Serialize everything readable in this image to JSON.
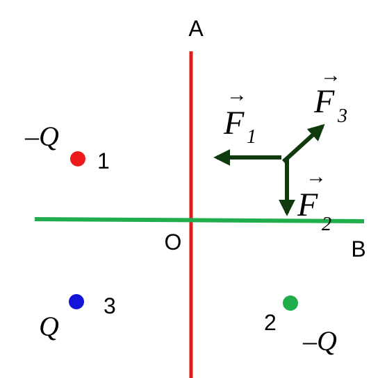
{
  "colors": {
    "axis_vertical": "#e31b1b",
    "axis_horizontal": "#1fae4b",
    "force_arrows": "#0e3a0e",
    "charge_1": "#ee1b1b",
    "charge_2": "#1fae4b",
    "charge_3": "#1414d8",
    "text": "#000000"
  },
  "axes": {
    "vertical_label": "A",
    "horizontal_label": "B",
    "origin_label": "O"
  },
  "charges": [
    {
      "id": "1",
      "label": "1",
      "charge": "–Q"
    },
    {
      "id": "2",
      "label": "2",
      "charge": "–Q"
    },
    {
      "id": "3",
      "label": "3",
      "charge": "Q"
    }
  ],
  "forces": [
    {
      "symbol": "F",
      "subscript": "1",
      "direction": "left"
    },
    {
      "symbol": "F",
      "subscript": "2",
      "direction": "down"
    },
    {
      "symbol": "F",
      "subscript": "3",
      "direction": "up-right"
    }
  ]
}
